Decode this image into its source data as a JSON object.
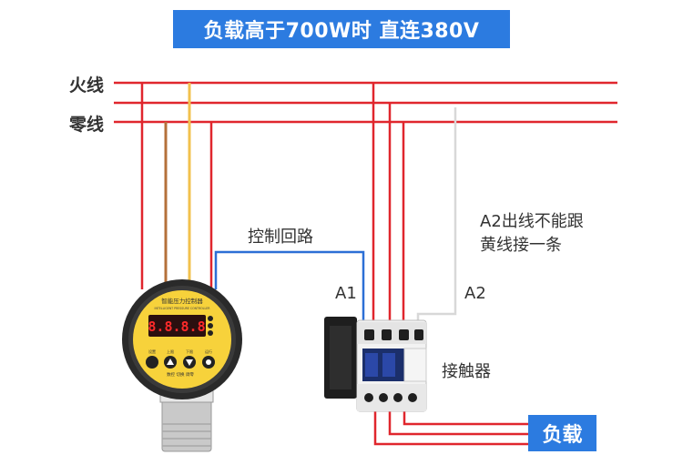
{
  "banner": {
    "title": "负载高于700W时 直连380V"
  },
  "lines": {
    "live": "火线",
    "neutral": "零线"
  },
  "labels": {
    "control_loop": "控制回路",
    "a1": "A1",
    "a2": "A2",
    "a2_note_line1": "A2出线不能跟",
    "a2_note_line2": "黄线接一条",
    "contactor": "接触器",
    "load": "负载"
  },
  "controller": {
    "header": "智能压力控制器",
    "subheader": "INTELLIGENT PRESSURE CONTROLLER",
    "display": "8.8.8.8",
    "button_labels": [
      "设置",
      "上限",
      "下限",
      "运行"
    ],
    "footer": "数控 切换 调零"
  },
  "colors": {
    "wire_red": "#e0262d",
    "wire_brown": "#b4703a",
    "wire_yellow": "#f2c14e",
    "wire_blue": "#2c6fd6",
    "accent_blue": "#2c7be0",
    "controller_yellow": "#f7d23b"
  }
}
